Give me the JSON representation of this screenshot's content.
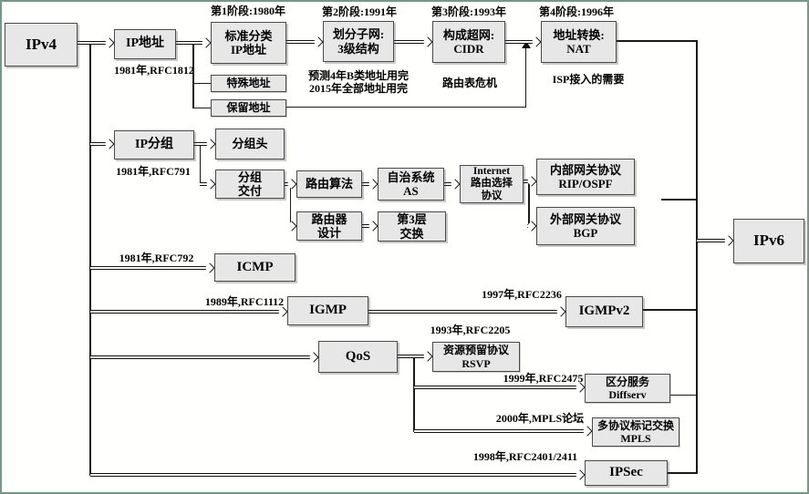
{
  "frame": {
    "border_color": "#6f9b88",
    "background": "#ffffff",
    "box_fill": "#e7e7e7",
    "box_border": "#4a4a4a",
    "line_color": "#1a1a1a"
  },
  "stages": {
    "s1": "第1阶段:1980年",
    "s2": "第2阶段:1991年",
    "s3": "第3阶段:1993年",
    "s4": "第4阶段:1996年"
  },
  "boxes": {
    "ipv4": "IPv4",
    "ip_addr": "IP地址",
    "std_class": "标准分类\nIP地址",
    "subnet": "划分子网:\n3级结构",
    "cidr": "构成超网:\nCIDR",
    "nat": "地址转换:\nNAT",
    "special_addr": "特殊地址",
    "reserved_addr": "保留地址",
    "ip_packet": "IP分组",
    "packet_header": "分组头",
    "packet_delivery": "分组\n交付",
    "routing_alg": "路由算法",
    "as_box": "自治系统\nAS",
    "inet_routing": "Internet\n路由选择\n协议",
    "igp": "内部网关协议\nRIP/OSPF",
    "egp": "外部网关协议\nBGP",
    "router_design": "路由器\n设计",
    "l3_switch": "第3层\n交换",
    "icmp": "ICMP",
    "igmp": "IGMP",
    "igmpv2": "IGMPv2",
    "qos": "QoS",
    "rsvp": "资源预留协议\nRSVP",
    "diffserv": "区分服务\nDiffserv",
    "mpls": "多协议标记交换\nMPLS",
    "ipsec": "IPSec",
    "ipv6": "IPv6"
  },
  "notes": {
    "rfc1812": "1981年,RFC1812",
    "b_exhaust": "预测4年B类地址用完\n2015年全部地址用完",
    "routing_crisis": "路由表危机",
    "isp_need": "ISP接入的需要",
    "rfc791": "1981年,RFC791",
    "rfc792": "1981年,RFC792",
    "rfc1112": "1989年,RFC1112",
    "rfc2236": "1997年,RFC2236",
    "rfc2205": "1993年,RFC2205",
    "rfc2475": "1999年,RFC2475",
    "mpls_forum": "2000年,MPLS论坛",
    "rfc2401": "1998年,RFC2401/2411"
  }
}
